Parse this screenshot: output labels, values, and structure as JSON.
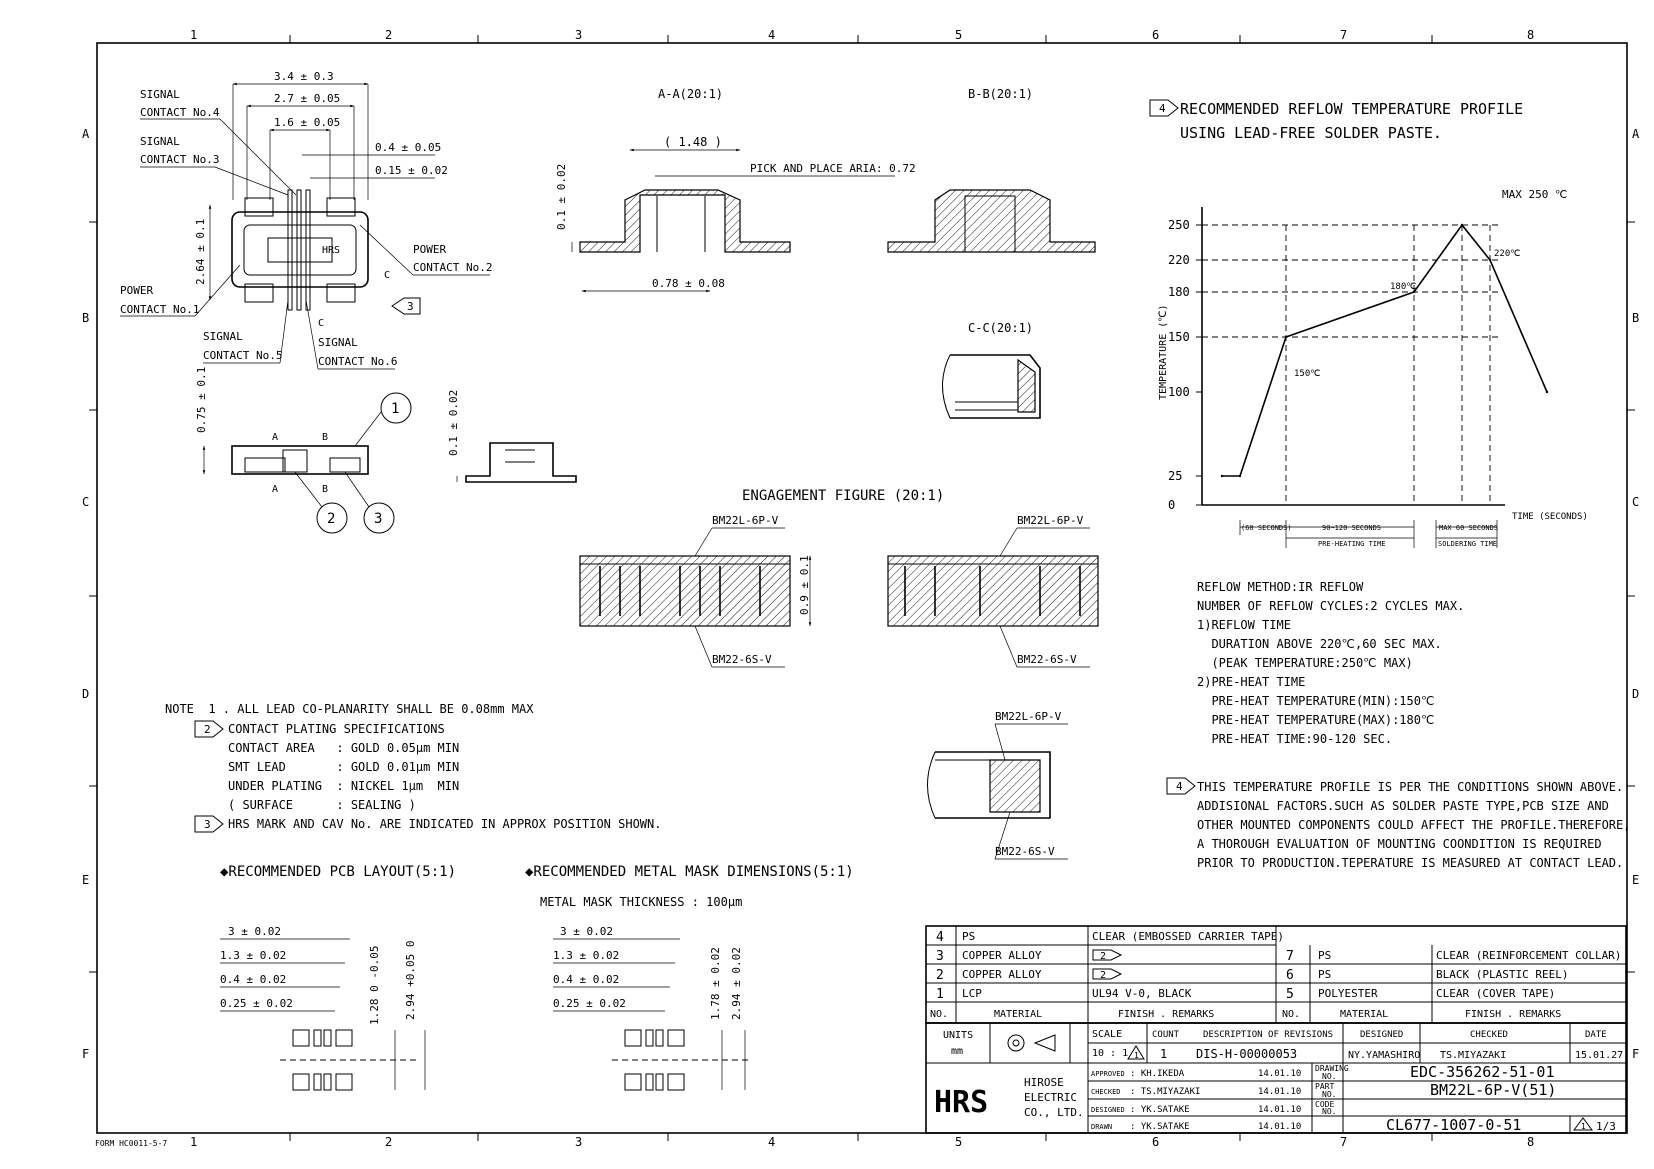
{
  "border": {
    "col_labels": [
      "1",
      "2",
      "3",
      "4",
      "5",
      "6",
      "7",
      "8"
    ],
    "row_labels": [
      "A",
      "B",
      "C",
      "D",
      "E",
      "F"
    ],
    "form_no": "FORM HC0011-5-7"
  },
  "top_view": {
    "dims": [
      "3.4 ± 0.3",
      "2.7 ± 0.05",
      "1.6 ± 0.05",
      "0.4 ± 0.05",
      "0.15 ± 0.02",
      "2.64 ± 0.1",
      "0.75 ± 0.1",
      "0.1 ± 0.02"
    ],
    "labels": {
      "sig4_a": "SIGNAL",
      "sig4_b": "CONTACT No.4",
      "sig3_a": "SIGNAL",
      "sig3_b": "CONTACT No.3",
      "pow1_a": "POWER",
      "pow1_b": "CONTACT No.1",
      "pow2_a": "POWER",
      "pow2_b": "CONTACT No.2",
      "sig5_a": "SIGNAL",
      "sig5_b": "CONTACT No.5",
      "sig6_a": "SIGNAL",
      "sig6_b": "CONTACT No.6",
      "c": "C",
      "note3": "3",
      "a": "A",
      "b": "B",
      "mark": "HRS"
    },
    "balloons": [
      "1",
      "2",
      "3"
    ]
  },
  "sections": {
    "aa_title": "A-A(20:1)",
    "aa_dims": [
      "( 1.48 )",
      "0.1 ± 0.02",
      "0.78 ± 0.08"
    ],
    "pick_place": "PICK AND PLACE ARIA: 0.72",
    "bb_title": "B-B(20:1)",
    "cc_title": "C-C(20:1)"
  },
  "engagement": {
    "title": "ENGAGEMENT FIGURE (20:1)",
    "plug": "BM22L-6P-V",
    "receptacle": "BM22-6S-V",
    "height": "0.9 ± 0.1"
  },
  "reflow": {
    "note_no": "4",
    "title1": "RECOMMENDED REFLOW TEMPERATURE PROFILE",
    "title2": "USING LEAD-FREE SOLDER PASTE.",
    "ylabel": "TEMPERATURE (℃)",
    "xlabel": "TIME (SECONDS)",
    "max_label": "MAX 250 ℃",
    "point_labels": [
      "150℃",
      "180℃",
      "220℃"
    ],
    "spans": [
      "(60 SECONDS)",
      "90~120 SECONDS",
      "MAX 60 SECONDS"
    ],
    "span_labels": [
      "PRE-HEATING TIME",
      "SOLDERING TIME"
    ],
    "text": [
      "REFLOW METHOD:IR REFLOW",
      "NUMBER OF REFLOW CYCLES:2 CYCLES MAX.",
      "1)REFLOW TIME",
      "  DURATION ABOVE 220℃,60 SEC MAX.",
      "  (PEAK TEMPERATURE:250℃ MAX)",
      "2)PRE-HEAT TIME",
      "  PRE-HEAT TEMPERATURE(MIN):150℃",
      "  PRE-HEAT TEMPERATURE(MAX):180℃",
      "  PRE-HEAT TIME:90-120 SEC."
    ],
    "note4": [
      "THIS TEMPERATURE PROFILE IS PER THE CONDITIONS SHOWN ABOVE.",
      "ADDISIONAL FACTORS.SUCH AS SOLDER PASTE TYPE,PCB SIZE AND",
      "OTHER MOUNTED COMPONENTS COULD AFFECT THE PROFILE.THEREFORE,",
      "A THOROUGH EVALUATION OF MOUNTING COONDITION IS REQUIRED",
      "PRIOR TO PRODUCTION.TEPERATURE IS MEASURED AT CONTACT LEAD."
    ]
  },
  "chart_data": {
    "type": "line",
    "title": "RECOMMENDED REFLOW TEMPERATURE PROFILE",
    "xlabel": "TIME (SECONDS)",
    "ylabel": "TEMPERATURE (℃)",
    "yticks": [
      0,
      25,
      100,
      150,
      180,
      220,
      250
    ],
    "ylim": [
      0,
      260
    ],
    "series": [
      {
        "x": [
          0,
          10,
          50,
          170,
          220,
          230,
          270
        ],
        "y": [
          25,
          25,
          150,
          180,
          250,
          220,
          100
        ]
      }
    ]
  },
  "notes": {
    "lines": [
      "NOTE  1 . ALL LEAD CO-PLANARITY SHALL BE 0.08mm MAX",
      "CONTACT PLATING SPECIFICATIONS",
      "CONTACT AREA   : GOLD 0.05μm MIN",
      "SMT LEAD       : GOLD 0.01μm MIN",
      "UNDER PLATING  : NICKEL 1μm  MIN",
      "( SURFACE      : SEALING )",
      "HRS MARK AND CAV No. ARE INDICATED IN APPROX POSITION SHOWN."
    ],
    "flag2": "2",
    "flag3": "3"
  },
  "pcb": {
    "title": "◆RECOMMENDED PCB LAYOUT(5:1)",
    "dims": [
      "3 ± 0.02",
      "1.3 ± 0.02",
      "0.4 ± 0.02",
      "0.25 ± 0.02",
      "1.28 0 -0.05",
      "2.94 +0.05 0"
    ]
  },
  "mask": {
    "title": "◆RECOMMENDED METAL MASK DIMENSIONS(5:1)",
    "thickness": "METAL MASK THICKNESS : 100μm",
    "dims": [
      "3 ± 0.02",
      "1.3 ± 0.02",
      "0.4 ± 0.02",
      "0.25 ± 0.02",
      "1.78 ± 0.02",
      "2.94 ± 0.02"
    ]
  },
  "bom": {
    "headers": [
      "NO.",
      "MATERIAL",
      "FINISH . REMARKS",
      "NO.",
      "MATERIAL",
      "FINISH . REMARKS"
    ],
    "left": [
      {
        "no": "4",
        "mat": "PS",
        "fin": "CLEAR (EMBOSSED CARRIER TAPE)"
      },
      {
        "no": "3",
        "mat": "COPPER ALLOY",
        "fin": "2"
      },
      {
        "no": "2",
        "mat": "COPPER ALLOY",
        "fin": "2"
      },
      {
        "no": "1",
        "mat": "LCP",
        "fin": "UL94 V-0, BLACK"
      }
    ],
    "right": [
      {
        "no": "7",
        "mat": "PS",
        "fin": "CLEAR (REINFORCEMENT COLLAR)"
      },
      {
        "no": "6",
        "mat": "PS",
        "fin": "BLACK (PLASTIC REEL)"
      },
      {
        "no": "5",
        "mat": "POLYESTER",
        "fin": "CLEAR (COVER TAPE)"
      }
    ]
  },
  "title_block": {
    "units": "UNITS",
    "mm": "mm",
    "scale": "SCALE",
    "scale_val": "10 : 1",
    "count": "COUNT",
    "desc": "DESCRIPTION OF REVISIONS",
    "designed": "DESIGNED",
    "checked": "CHECKED",
    "date": "DATE",
    "rev": "1",
    "rev_no": "1",
    "rev_desc": "DIS-H-00000053",
    "rev_designed": "NY.YAMASHIRO",
    "rev_checked": "TS.MIYAZAKI",
    "rev_date": "15.01.27",
    "company": [
      "HIROSE",
      "ELECTRIC",
      "CO., LTD."
    ],
    "logo": "HRS",
    "approved": "APPROVED",
    "approved_name": ": KH.IKEDA",
    "approved_date": "14.01.10",
    "checked2": "CHECKED",
    "checked_name": ": TS.MIYAZAKI",
    "checked_date": "14.01.10",
    "designed2": "DESIGNED",
    "designed_name": ": YK.SATAKE",
    "designed_date": "14.01.10",
    "drawn": "DRAWN",
    "drawn_name": ": YK.SATAKE",
    "drawn_date": "14.01.10",
    "drawing_no_label": [
      "DRAWING",
      "NO."
    ],
    "drawing_no": "EDC-356262-51-01",
    "part_no_label": [
      "PART",
      "NO."
    ],
    "part_no": "BM22L-6P-V(51)",
    "code_no_label": [
      "CODE",
      "NO."
    ],
    "code_no": "CL677-1007-0-51",
    "sheet_rev": "1",
    "sheet": "1/3"
  },
  "colors": {
    "line": "#000000",
    "paper": "#ffffff"
  }
}
